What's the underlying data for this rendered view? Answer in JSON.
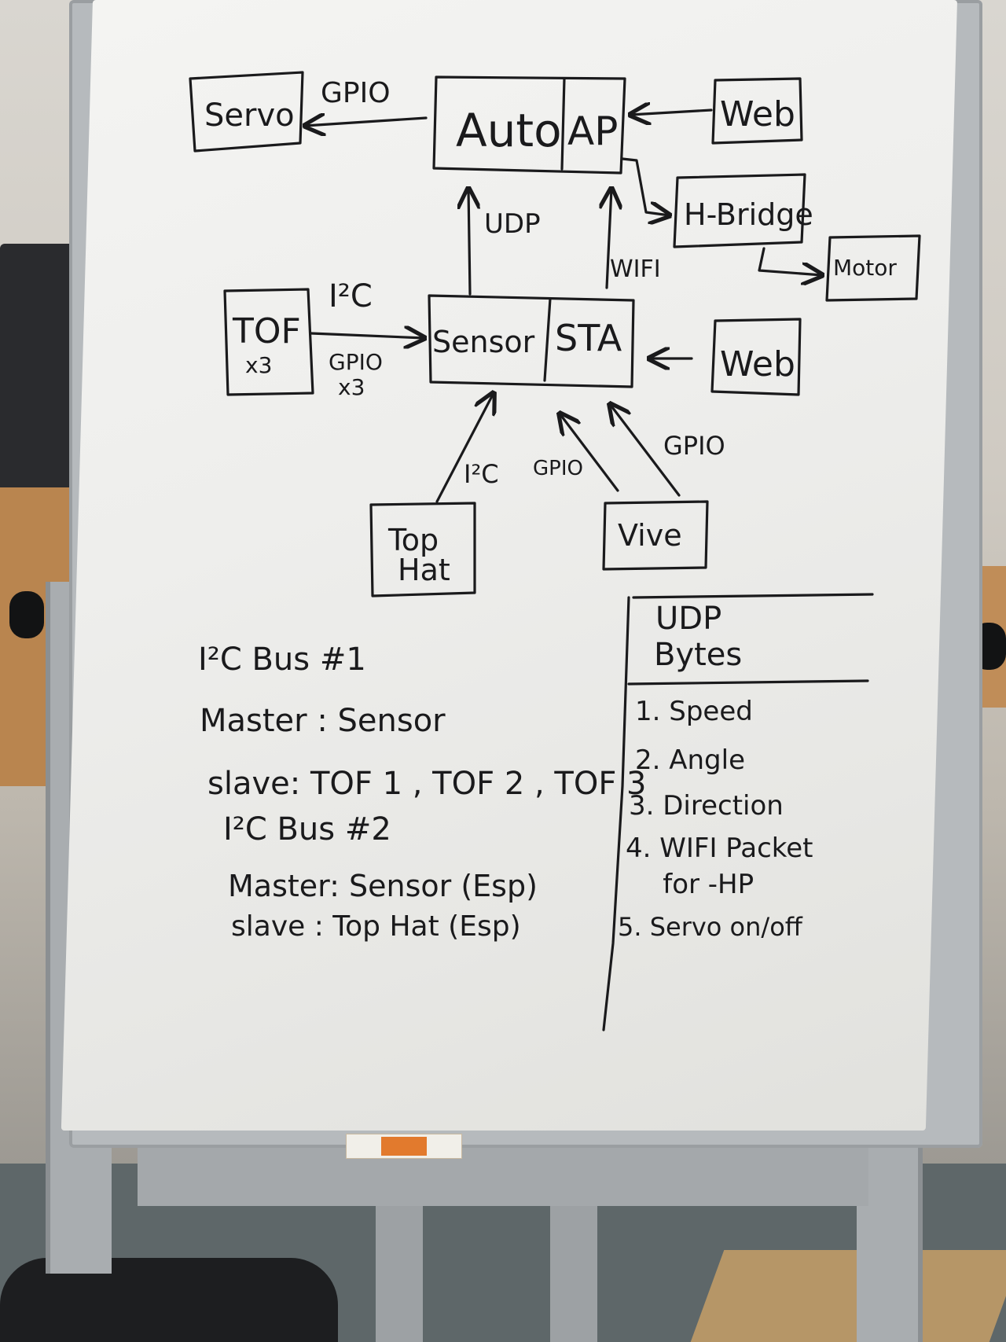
{
  "diagram": {
    "nodes": {
      "servo": "Servo",
      "auto": "Auto",
      "ap": "AP",
      "web_top": "Web",
      "hbridge": "H-Bridge",
      "motor": "Motor",
      "tof": "TOF",
      "tof_count": "x3",
      "sensor": "Sensor",
      "sta": "STA",
      "web_mid": "Web",
      "tophat_line1": "Top",
      "tophat_line2": "Hat",
      "vive": "Vive"
    },
    "edge_labels": {
      "gpio_servo": "GPIO",
      "udp": "UDP",
      "wifi": "WIFI",
      "i2c_tof": "I²C",
      "gpio_tof_line1": "GPIO",
      "gpio_tof_line2": "x3",
      "i2c_tophat": "I²C",
      "gpio_vive_left": "GPIO",
      "gpio_vive_right": "GPIO"
    }
  },
  "notes": {
    "bus1_title": "I²C  Bus #1",
    "bus1_master": "Master : Sensor",
    "bus1_slave": "slave: TOF 1 , TOF 2 , TOF 3",
    "bus2_title": "I²C  Bus #2",
    "bus2_master": "Master: Sensor  (Esp)",
    "bus2_slave": "slave : Top Hat (Esp)"
  },
  "udp_table": {
    "header_line1": "UDP",
    "header_line2": "Bytes",
    "items": [
      "1.  Speed",
      "2.  Angle",
      "3.  Direction",
      "4. WIFI Packet",
      "    for -HP",
      "5. Servo on/off"
    ]
  },
  "colors": {
    "marker": "#1a1a1c",
    "board": "#f1f1ef"
  }
}
